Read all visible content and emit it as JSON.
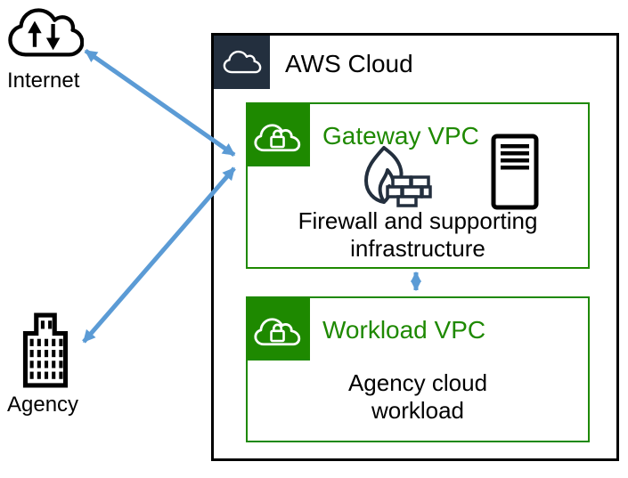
{
  "external_nodes": {
    "internet": {
      "label": "Internet",
      "icon": "internet-cloud-arrows-icon"
    },
    "agency": {
      "label": "Agency",
      "icon": "office-building-icon"
    }
  },
  "aws_cloud": {
    "label": "AWS Cloud",
    "icon": "aws-cloud-icon",
    "gateway_vpc": {
      "label": "Gateway VPC",
      "icon": "vpc-cloud-lock-icon",
      "content_icons": [
        "network-firewall-icon",
        "server-icon"
      ],
      "description_line1": "Firewall and supporting",
      "description_line2": "infrastructure"
    },
    "workload_vpc": {
      "label": "Workload VPC",
      "icon": "vpc-cloud-lock-icon",
      "description_line1": "Agency cloud",
      "description_line2": "workload"
    }
  },
  "connections": [
    {
      "from": "internet",
      "to": "gateway_vpc",
      "style": "double-headed-arrow"
    },
    {
      "from": "agency",
      "to": "gateway_vpc",
      "style": "double-headed-arrow"
    },
    {
      "from": "gateway_vpc",
      "to": "workload_vpc",
      "style": "double-headed-arrow"
    }
  ],
  "colors": {
    "vpc_green": "#1E8900",
    "aws_dark_navy": "#232F3E",
    "arrow_blue": "#5B9BD5",
    "firewall_navy": "#232F3E",
    "outline_black": "#000000",
    "background": "#FFFFFF"
  }
}
